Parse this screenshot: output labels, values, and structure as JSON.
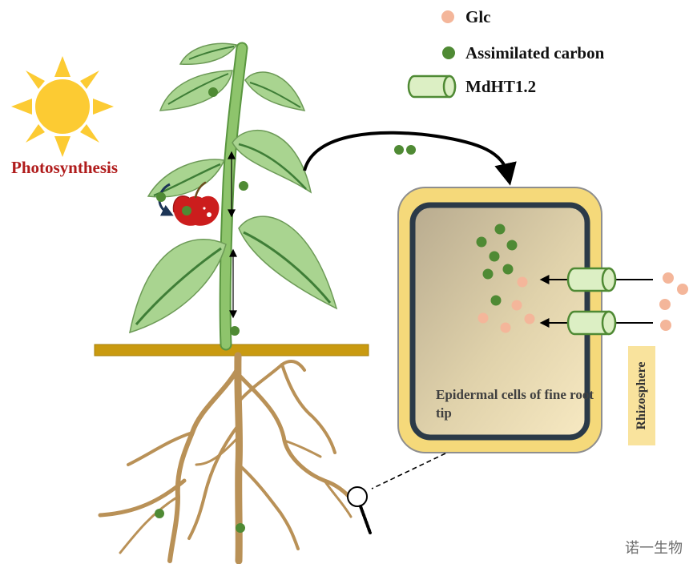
{
  "legend": {
    "glc": {
      "label": "Glc",
      "color": "#f4b69a"
    },
    "carbon": {
      "label": "Assimilated carbon",
      "color": "#4f8a34"
    },
    "transporter": {
      "label": "MdHT1.2",
      "color": "#dcefc4"
    }
  },
  "labels": {
    "photosynthesis": "Photosynthesis",
    "cell": "Epidermal cells of fine root tip",
    "rhizosphere": "Rhizosphere",
    "watermark": "诺一生物"
  },
  "colors": {
    "sun": "#fccb33",
    "leaf": "#a9d490",
    "leaf_vein": "#3f7e37",
    "stem": "#8ec46c",
    "soil_line": "#c99a10",
    "root": "#b99157",
    "apple": "#cc1d1d",
    "cell_wall": "#f5d97a",
    "cell_membrane": "#2b3a48"
  },
  "icons": [
    "sun-icon",
    "apple-icon",
    "magnifier-icon"
  ]
}
